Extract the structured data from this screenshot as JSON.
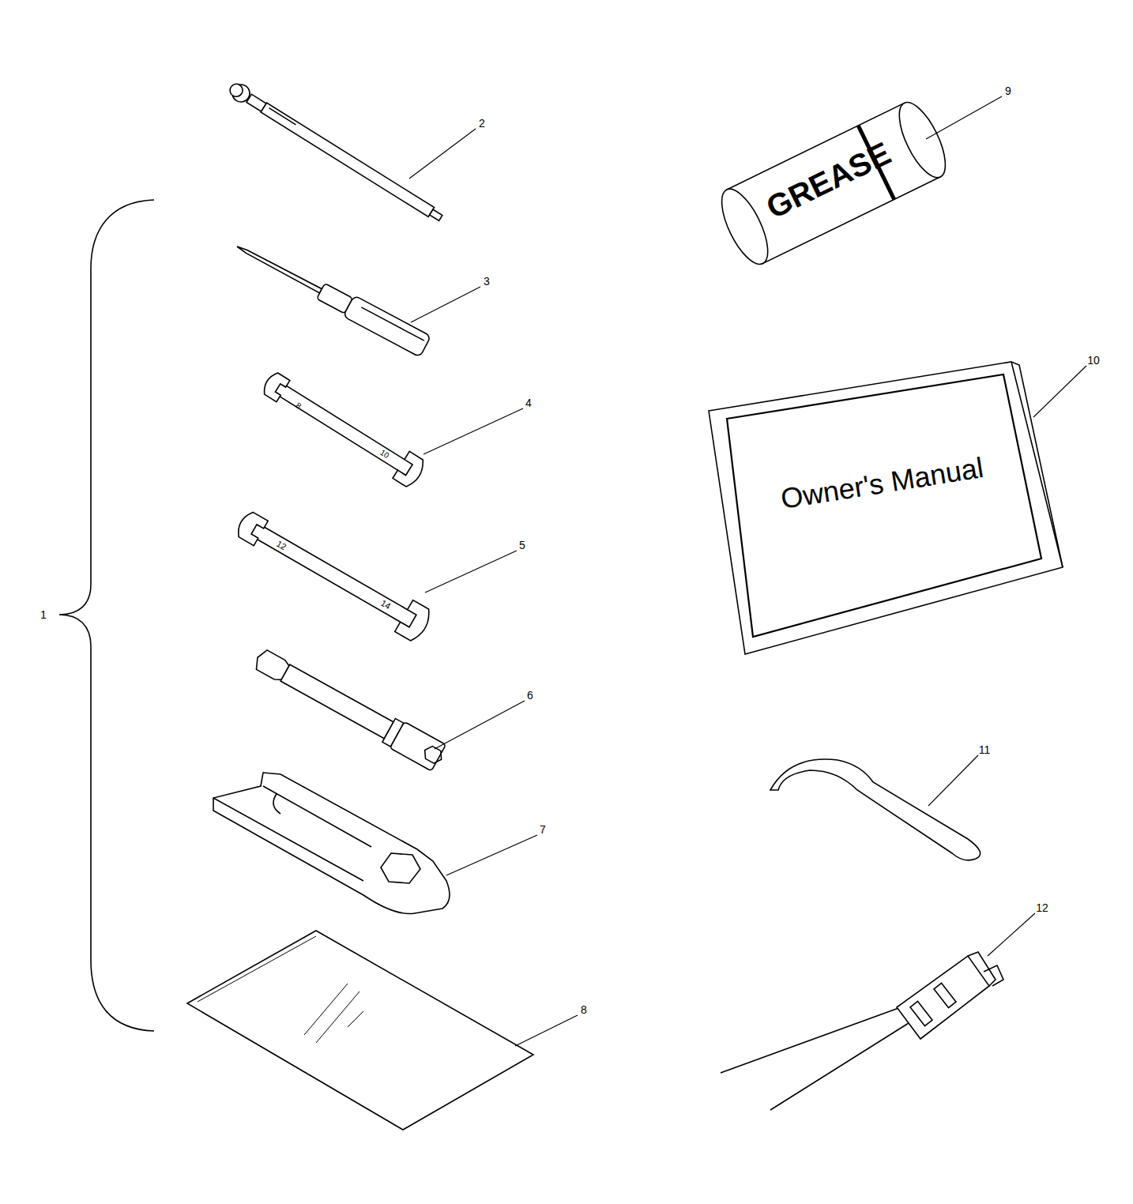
{
  "diagram": {
    "labels": [
      "1",
      "2",
      "3",
      "4",
      "5",
      "6",
      "7",
      "8",
      "9",
      "10",
      "11",
      "12",
      "GREASE",
      "Owner's Manual",
      "8",
      "10",
      "12",
      "14"
    ]
  }
}
